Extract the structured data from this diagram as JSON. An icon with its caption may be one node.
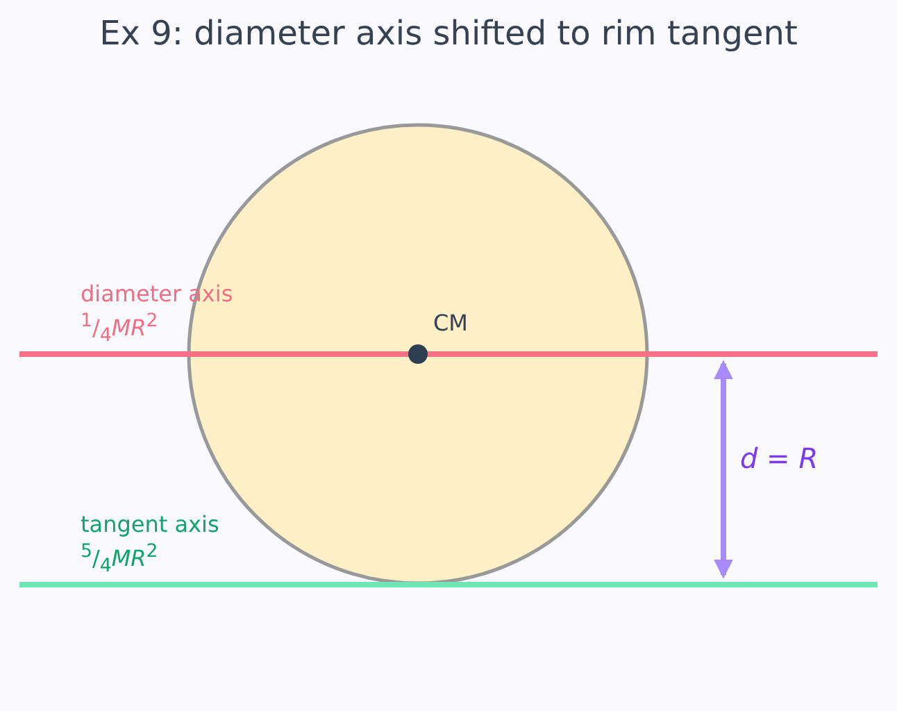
{
  "diagram": {
    "title": "Ex 9: diameter axis shifted to rim tangent",
    "labels": [
      "diameter axis",
      "$^{1}$/$_{4}$*MR*$^{2}$",
      "CM",
      "*d* = *R*",
      "tangent axis",
      "$^{5}$/$_{4}$*MR*$^{2}$"
    ]
  }
}
